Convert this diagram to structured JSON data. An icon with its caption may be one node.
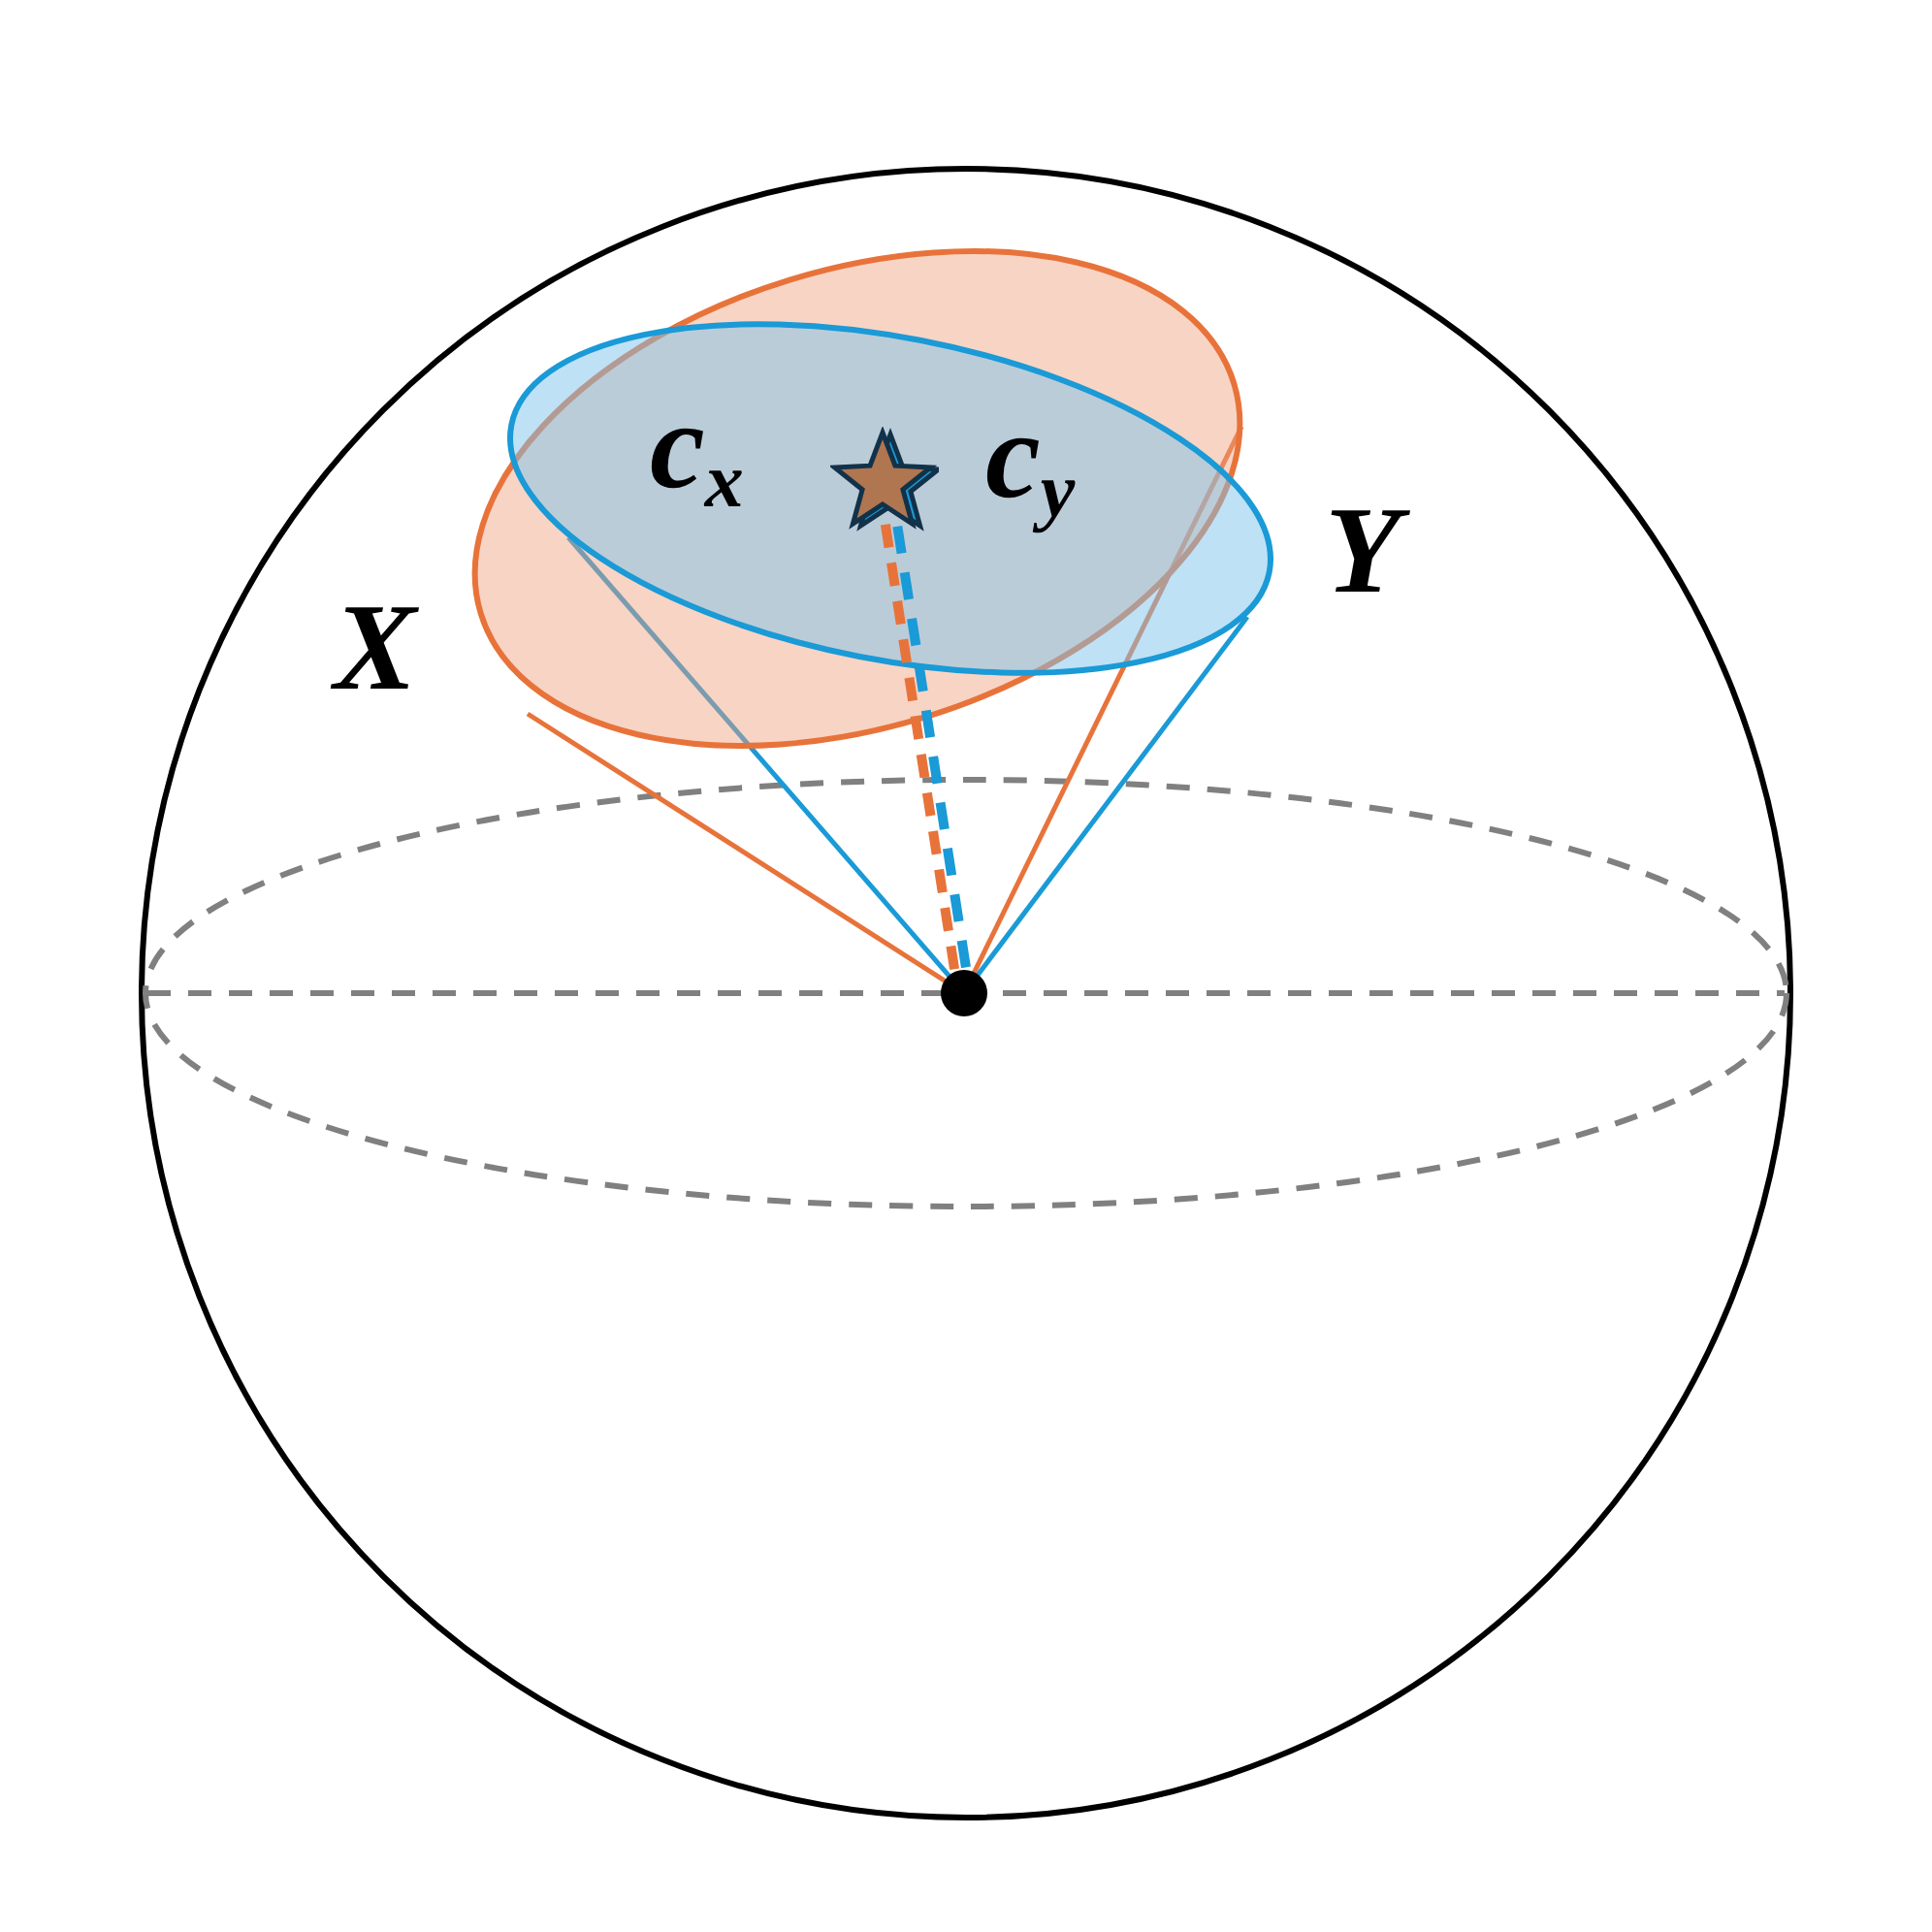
{
  "diagram": {
    "nodes": [
      {
        "text": [],
        "shape": "circle"
      },
      {
        "text": [],
        "shape": "star"
      }
    ],
    "edges": [
      {
        "from": 0,
        "to": 1,
        "arrow": "none",
        "style": "dashed",
        "color": "#e8733a"
      },
      {
        "from": 0,
        "to": 1,
        "arrow": "none",
        "style": "dashed",
        "color": "#1a9ad6"
      }
    ],
    "labels": [
      "c$_{x}$",
      "c$_{y}$",
      "Y",
      "X"
    ]
  }
}
